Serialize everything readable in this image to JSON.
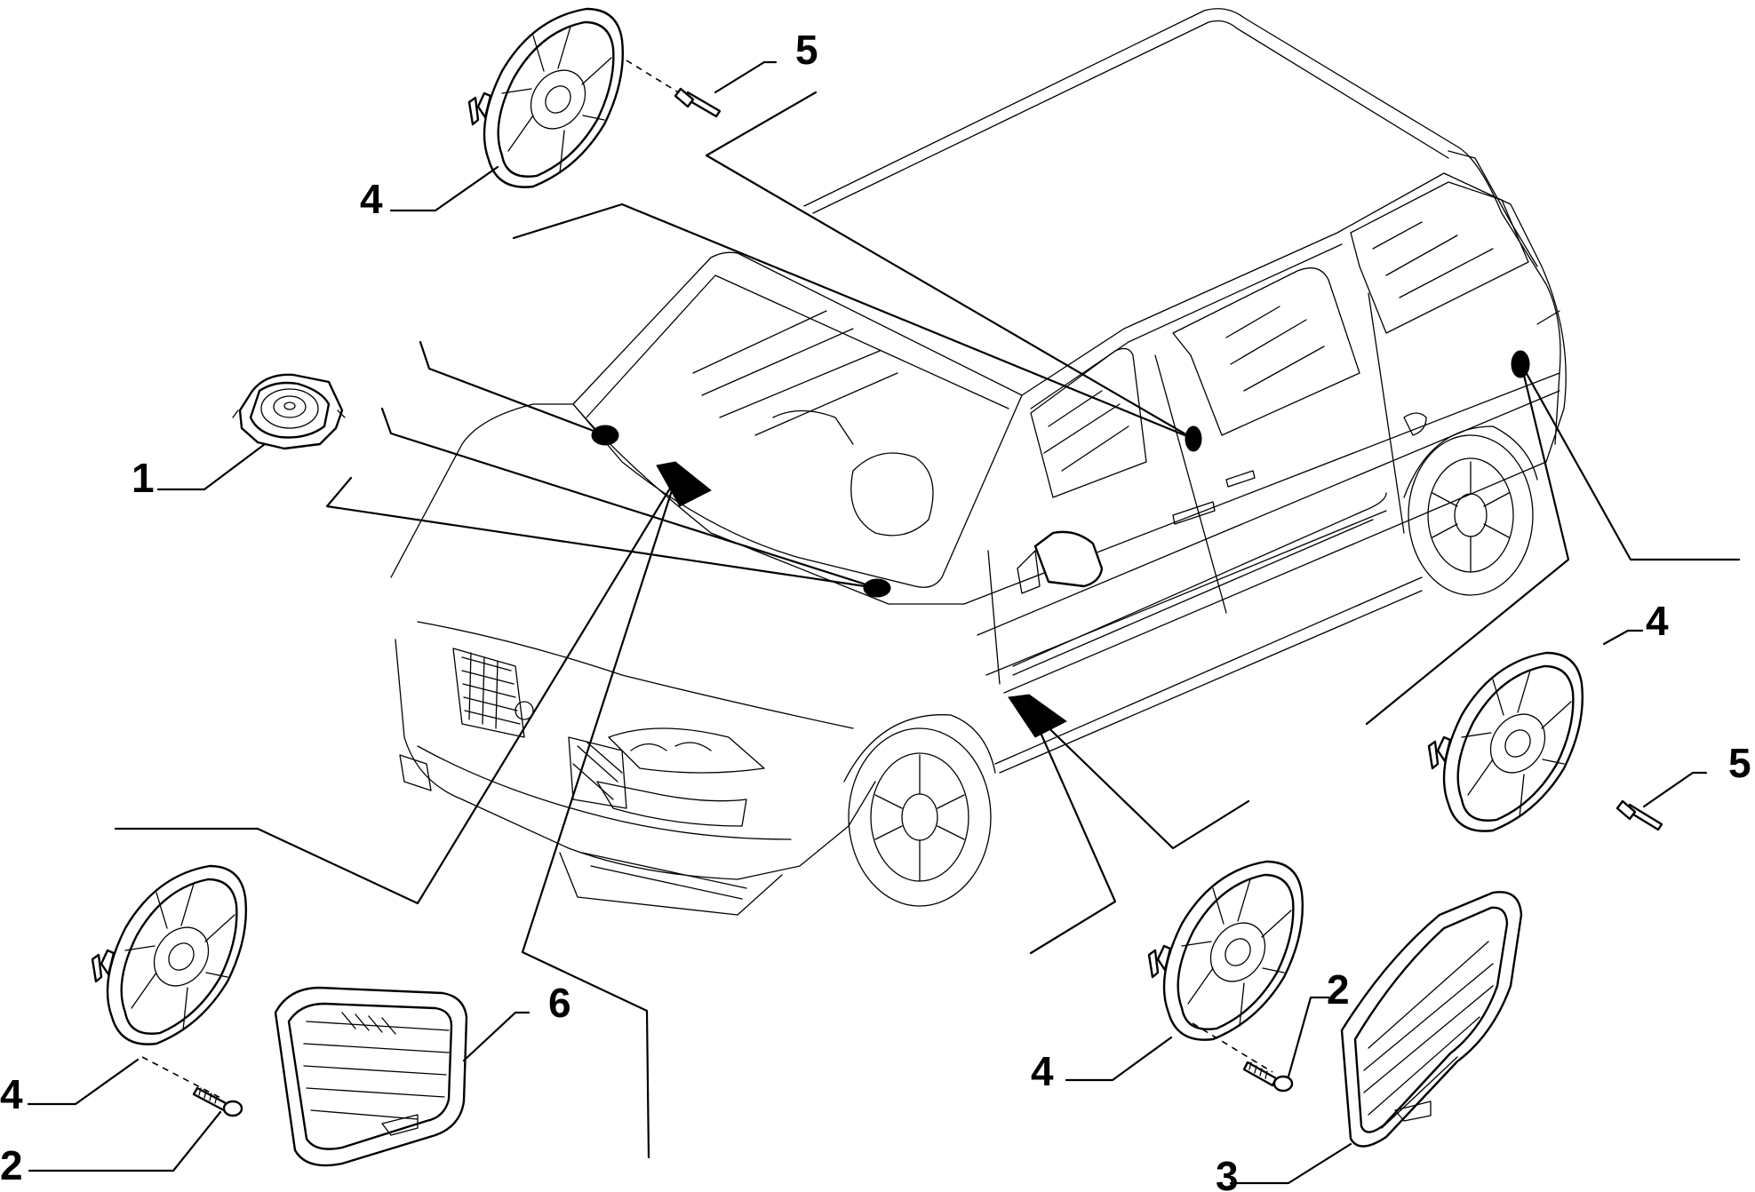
{
  "callouts": {
    "c1": "1",
    "c2_left": "2",
    "c2_right": "2",
    "c3": "3",
    "c4_top": "4",
    "c4_left": "4",
    "c4_right_bottom": "4",
    "c4_right_top": "4",
    "c5_top": "5",
    "c5_right": "5",
    "c6": "6"
  },
  "colors": {
    "line": "#000000",
    "background": "#ffffff"
  }
}
